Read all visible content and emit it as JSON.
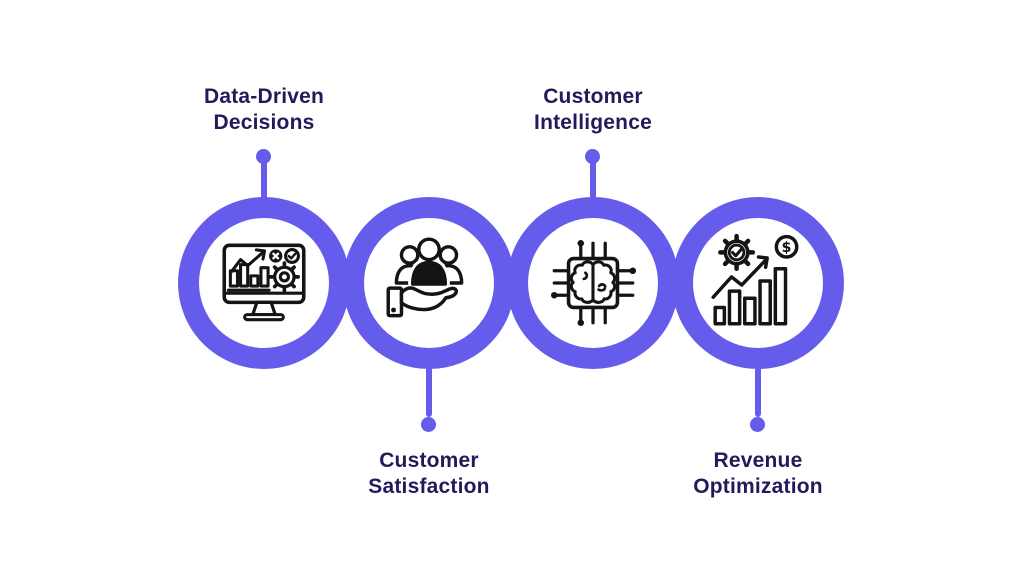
{
  "colors": {
    "accent": "#665CEB",
    "label_text": "#211B5B",
    "icon_stroke": "#141414",
    "background": "#FFFFFF"
  },
  "icons": {
    "dollar_glyph": "$"
  },
  "items": [
    {
      "name": "data-driven-decisions",
      "label_lines": [
        "Data-Driven",
        "Decisions"
      ],
      "label_position": "top",
      "icon": "monitor-analytics-icon"
    },
    {
      "name": "customer-satisfaction",
      "label_lines": [
        "Customer",
        "Satisfaction"
      ],
      "label_position": "bottom",
      "icon": "people-in-hand-icon"
    },
    {
      "name": "customer-intelligence",
      "label_lines": [
        "Customer",
        "Intelligence"
      ],
      "label_position": "top",
      "icon": "brain-chip-icon"
    },
    {
      "name": "revenue-optimization",
      "label_lines": [
        "Revenue",
        "Optimization"
      ],
      "label_position": "bottom",
      "icon": "growth-chart-gear-dollar-icon"
    }
  ]
}
